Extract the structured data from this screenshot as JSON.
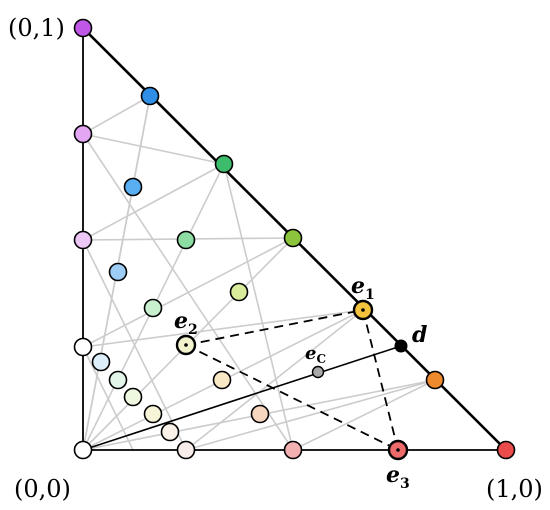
{
  "corners": {
    "top": "(0,1)",
    "origin": "(0,0)",
    "right": "(1,0)"
  },
  "points": {
    "e1": {
      "base": "e",
      "sub": "1"
    },
    "e2": {
      "base": "e",
      "sub": "2"
    },
    "e3": {
      "base": "e",
      "sub": "3"
    },
    "ec": {
      "base": "e",
      "sub": "C"
    },
    "d": {
      "base": "d",
      "sub": ""
    }
  },
  "colors": {
    "hypotenuse": "#000000",
    "gridline": "#cccccc",
    "dashed": "#000000",
    "e1_fill": "#f3c33d",
    "e2_fill": "#f2f2cc",
    "e3_fill": "#ec6a6a",
    "ec_fill": "#a9a9a9",
    "d_fill": "#000000"
  }
}
